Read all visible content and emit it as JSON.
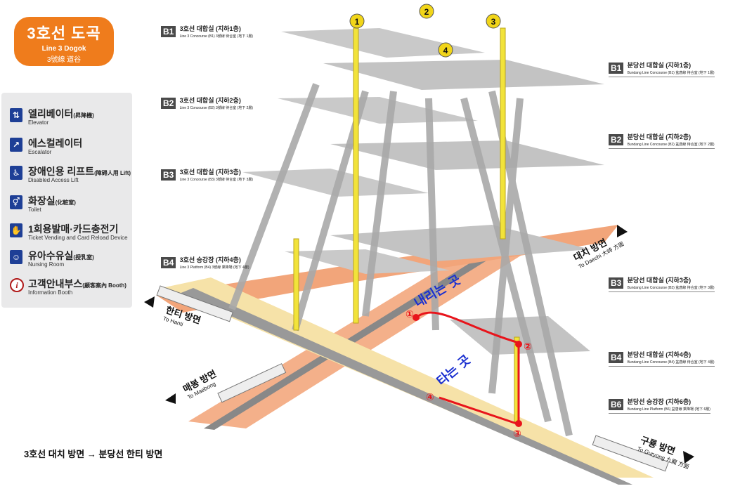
{
  "station": {
    "name_ko": "3호선 도곡",
    "name_en": "Line 3 Dogok",
    "name_cn": "3號線 道谷",
    "color": "#ef7c1c"
  },
  "legend": [
    {
      "icon": "elevator-icon",
      "glyph": "⇅",
      "ko": "엘리베이터",
      "ko_small": "(昇降機)",
      "en": "Elevator"
    },
    {
      "icon": "escalator-icon",
      "glyph": "↗",
      "ko": "에스컬레이터",
      "ko_small": "",
      "en": "Escalator"
    },
    {
      "icon": "wheelchair-lift-icon",
      "glyph": "♿",
      "ko": "장애인용 리프트",
      "ko_small": "(障碍人用 Lift)",
      "en": "Disabled Access Lift"
    },
    {
      "icon": "toilet-icon",
      "glyph": "⚥",
      "ko": "화장실",
      "ko_small": "(化粧室)",
      "en": "Toilet"
    },
    {
      "icon": "ticket-machine-icon",
      "glyph": "✋",
      "ko": "1회용발매·카드충전기",
      "ko_small": "",
      "en": "Ticket Vending and Card Reload Device"
    },
    {
      "icon": "nursing-room-icon",
      "glyph": "☺",
      "ko": "유아수유실",
      "ko_small": "(授乳室)",
      "en": "Nursing Room"
    },
    {
      "icon": "information-booth-icon",
      "glyph": "i",
      "ko": "고객안내부스",
      "ko_small": "(顧客案內 Booth)",
      "en": "Information Booth"
    }
  ],
  "levels_left": [
    {
      "code": "B1",
      "title": "3호선 대합실 (지하1층)",
      "sub": "Line 3 Concourse (B1) 3號線 待合室 (地下 1層)"
    },
    {
      "code": "B2",
      "title": "3호선 대합실 (지하2층)",
      "sub": "Line 3 Concourse (B2) 3號線 待合室 (地下 2層)"
    },
    {
      "code": "B3",
      "title": "3호선 대합실 (지하3층)",
      "sub": "Line 3 Concourse (B3) 3號線 待合室 (地下 3層)"
    },
    {
      "code": "B4",
      "title": "3호선 승강장 (지하4층)",
      "sub": "Line 3 Platform (B4) 3號線 乘降場 (地下 4層)"
    }
  ],
  "levels_right": [
    {
      "code": "B1",
      "title": "분당선 대합실 (지하1층)",
      "sub": "Bundang Line Concourse (B1) 盆唐線 待合室 (地下 1層)"
    },
    {
      "code": "B2",
      "title": "분당선 대합실 (지하2층)",
      "sub": "Bundang Line Concourse (B2) 盆唐線 待合室 (地下 2層)"
    },
    {
      "code": "B3",
      "title": "분당선 대합실 (지하3층)",
      "sub": "Bundang Line Concourse (B3) 盆唐線 待合室 (地下 3層)"
    },
    {
      "code": "B4",
      "title": "분당선 대합실 (지하4층)",
      "sub": "Bundang Line Concourse (B4) 盆唐線 待合室 (地下 4層)"
    },
    {
      "code": "B6",
      "title": "분당선 승강장 (지하6층)",
      "sub": "Bundang Line Platform (B6) 盆唐線 乘降場 (地下 6層)"
    }
  ],
  "directions": {
    "hanti": {
      "ko": "한티 방면",
      "en": "To Hanti"
    },
    "maebong": {
      "ko": "매봉 방면",
      "en": "To Maebong"
    },
    "daechi": {
      "ko": "대치 방면",
      "en": "To Daechi",
      "cn": "大峙 方面"
    },
    "guryong": {
      "ko": "구룡 방면",
      "en": "To Guryong",
      "cn": "九龍 方面"
    }
  },
  "exits": [
    "1",
    "2",
    "3",
    "4"
  ],
  "route": {
    "alight_label": "내리는 곳",
    "board_label": "타는 곳",
    "steps": [
      "①",
      "②",
      "③",
      "④"
    ],
    "color": "#e8141b"
  },
  "bottom_note": "3호선 대치 방면 → 분당선 한티 방면"
}
